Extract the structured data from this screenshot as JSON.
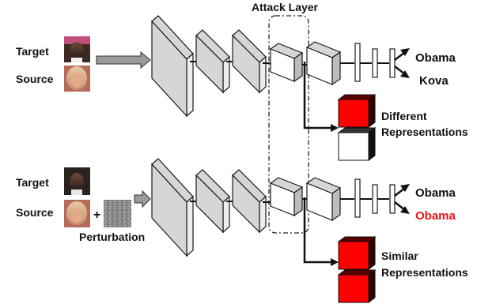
{
  "attack_layer_label": "Attack Layer",
  "colors": {
    "layer_face": "#d6d6d6",
    "layer_edge": "#1a1a1a",
    "highlight_red": "#ff0000",
    "dark_red": "#5a0000",
    "text": "#111111",
    "arrow_fill": "#9a9a9a"
  },
  "top_panel": {
    "target_label": "Target",
    "source_label": "Source",
    "output_top": "Obama",
    "output_bottom": "Kova",
    "representation_line1": "Different",
    "representation_line2": "Representations"
  },
  "bottom_panel": {
    "target_label": "Target",
    "source_label": "Source",
    "plus_sign": "+",
    "perturbation_label": "Perturbation",
    "output_top": "Obama",
    "output_bottom": "Obama",
    "representation_line1": "Similar",
    "representation_line2": "Representations"
  }
}
